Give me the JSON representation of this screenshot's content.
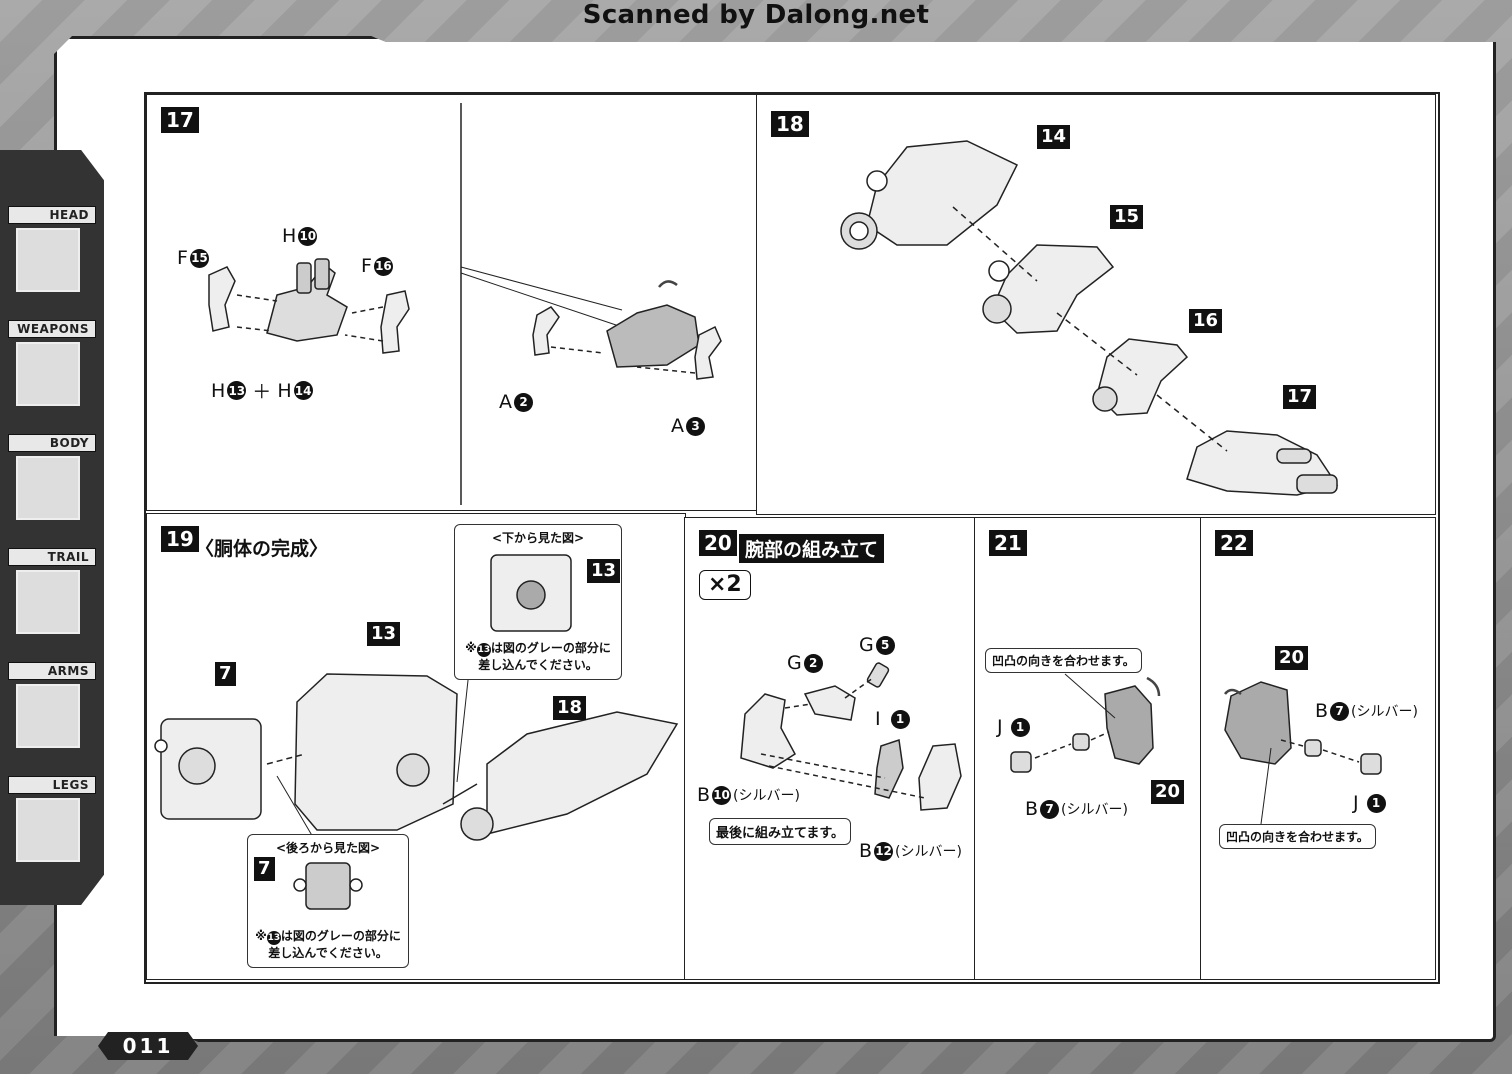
{
  "watermark": "Scanned by Dalong.net",
  "page_number": "011",
  "sidebar": {
    "items": [
      {
        "label": "HEAD"
      },
      {
        "label": "WEAPONS"
      },
      {
        "label": "BODY"
      },
      {
        "label": "TRAIL"
      },
      {
        "label": "ARMS"
      },
      {
        "label": "LEGS"
      }
    ]
  },
  "step17": {
    "num": "17",
    "labels": {
      "f15": "F",
      "f15n": "15",
      "h10": "H",
      "h10n": "10",
      "f16": "F",
      "f16n": "16",
      "h13": "H",
      "h13n": "13",
      "plus": "＋",
      "h14": "H",
      "h14n": "14",
      "a2": "A",
      "a2n": "2",
      "a3": "A",
      "a3n": "3"
    }
  },
  "step18": {
    "num": "18",
    "tags": [
      "14",
      "15",
      "16",
      "17"
    ]
  },
  "step19": {
    "num": "19",
    "title": "〈胴体の完成〉",
    "tags": {
      "t7": "7",
      "t13": "13",
      "t18": "18"
    },
    "bottom_view": {
      "caption": "<下から見た図>",
      "tag": "13",
      "note_num": "13",
      "note1": "は図のグレーの部分に",
      "note2": "差し込んでください。",
      "prefix": "※"
    },
    "rear_view": {
      "caption": "<後ろから見た図>",
      "tag": "7",
      "note_num": "13",
      "note1": "は図のグレーの部分に",
      "note2": "差し込んでください。",
      "prefix": "※"
    }
  },
  "step20": {
    "num": "20",
    "title": "腕部の組み立て",
    "multiplier": "×2",
    "labels": {
      "g2": "G",
      "g2n": "2",
      "g5": "G",
      "g5n": "5",
      "i1": "I",
      "i1n": "1",
      "b10": "B",
      "b10n": "10",
      "b10s": "(シルバー)",
      "b12": "B",
      "b12n": "12",
      "b12s": "(シルバー)"
    },
    "callout": "最後に組み立てます。"
  },
  "step21": {
    "num": "21",
    "callout": "凹凸の向きを合わせます。",
    "labels": {
      "j1": "J",
      "j1n": "1",
      "b7": "B",
      "b7n": "7",
      "b7s": "(シルバー)"
    },
    "tag": "20"
  },
  "step22": {
    "num": "22",
    "callout": "凹凸の向きを合わせます。",
    "labels": {
      "b7": "B",
      "b7n": "7",
      "b7s": "(シルバー)",
      "j1": "J",
      "j1n": "1"
    },
    "tag": "20"
  }
}
